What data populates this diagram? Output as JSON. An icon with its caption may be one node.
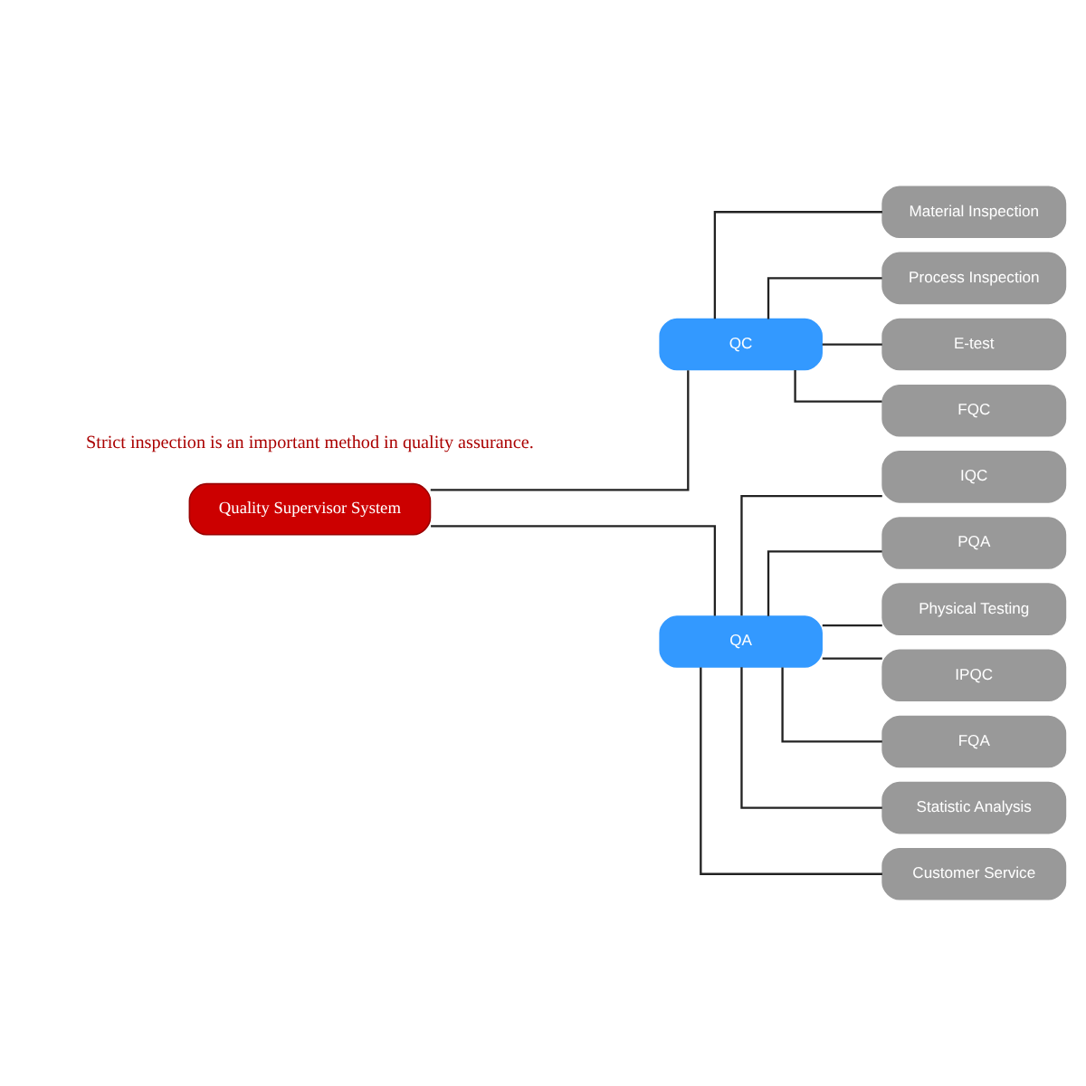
{
  "diagram": {
    "nodes": [
      {
        "text": [
          "Quality Supervisor System"
        ]
      },
      {
        "text": [
          "QC"
        ]
      },
      {
        "text": [
          "Material Inspection"
        ]
      },
      {
        "text": [
          "Process Inspection"
        ]
      },
      {
        "text": [
          "E-test"
        ]
      },
      {
        "text": [
          "FQC"
        ]
      },
      {
        "text": [
          "QA"
        ]
      },
      {
        "text": [
          "IQC"
        ]
      },
      {
        "text": [
          "PQA"
        ]
      },
      {
        "text": [
          "Physical Testing"
        ]
      },
      {
        "text": [
          "IPQC"
        ]
      },
      {
        "text": [
          "FQA"
        ]
      },
      {
        "text": [
          "Statistic Analysis"
        ]
      },
      {
        "text": [
          "Customer Service"
        ]
      }
    ],
    "edges": [
      {
        "from": 0,
        "to": 1,
        "arrow": "none"
      },
      {
        "from": 0,
        "to": 6,
        "arrow": "none"
      },
      {
        "from": 1,
        "to": 2,
        "arrow": "none"
      },
      {
        "from": 1,
        "to": 3,
        "arrow": "none"
      },
      {
        "from": 1,
        "to": 4,
        "arrow": "none"
      },
      {
        "from": 1,
        "to": 5,
        "arrow": "none"
      },
      {
        "from": 6,
        "to": 7,
        "arrow": "none"
      },
      {
        "from": 6,
        "to": 8,
        "arrow": "none"
      },
      {
        "from": 6,
        "to": 9,
        "arrow": "none"
      },
      {
        "from": 6,
        "to": 10,
        "arrow": "none"
      },
      {
        "from": 6,
        "to": 11,
        "arrow": "none"
      },
      {
        "from": 6,
        "to": 12,
        "arrow": "none"
      },
      {
        "from": 6,
        "to": 13,
        "arrow": "none"
      }
    ],
    "labels": [
      "Strict inspection is an important method in quality assurance."
    ]
  }
}
